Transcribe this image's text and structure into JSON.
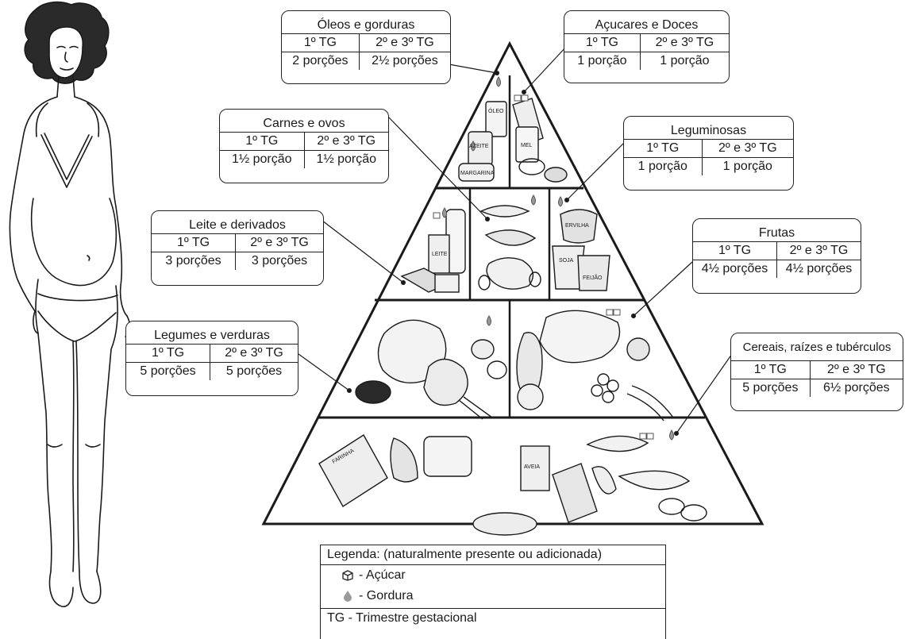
{
  "boxes": {
    "oleos": {
      "title": "Óleos e gorduras",
      "col1": "1º TG",
      "col2": "2º e 3º TG",
      "val1": "2 porções",
      "val2": "2½ porções"
    },
    "acucares": {
      "title": "Açucares e Doces",
      "col1": "1º TG",
      "col2": "2º e 3º TG",
      "val1": "1 porção",
      "val2": "1 porção"
    },
    "carnes": {
      "title": "Carnes e ovos",
      "col1": "1º TG",
      "col2": "2º e 3º TG",
      "val1": "1½ porção",
      "val2": "1½ porção"
    },
    "leguminosas": {
      "title": "Leguminosas",
      "col1": "1º TG",
      "col2": "2º e 3º TG",
      "val1": "1 porção",
      "val2": "1 porção"
    },
    "leite": {
      "title": "Leite e derivados",
      "col1": "1º TG",
      "col2": "2º e 3º TG",
      "val1": "3 porções",
      "val2": "3  porções"
    },
    "frutas": {
      "title": "Frutas",
      "col1": "1º TG",
      "col2": "2º e 3º TG",
      "val1": "4½ porções",
      "val2": "4½ porções"
    },
    "legumes": {
      "title": "Legumes e verduras",
      "col1": "1º TG",
      "col2": "2º e 3º TG",
      "val1": "5 porções",
      "val2": "5  porções"
    },
    "cereais": {
      "title": "Cereais, raízes e tubérculos",
      "col1": "1º TG",
      "col2": "2º e 3º TG",
      "val1": "5 porções",
      "val2": "6½ porções"
    }
  },
  "legend": {
    "title": "Legenda: (naturalmente presente ou adicionada)",
    "sugar": "- Açúcar",
    "fat": "- Gordura",
    "tg": "TG - Trimestre gestacional"
  },
  "labels": {
    "oleo_can": "ÓLEO",
    "azeite": "AZEITE",
    "margarina": "MARGARINA",
    "mel": "MEL",
    "leite": "LEITE",
    "soja": "SOJA",
    "feijao": "FEIJÃO",
    "ervilha": "ERVILHA",
    "farinha": "FARINHA",
    "aveia": "AVEIA"
  },
  "colors": {
    "ink": "#1a1a1a",
    "fat_drop": "#9a9a9a"
  }
}
